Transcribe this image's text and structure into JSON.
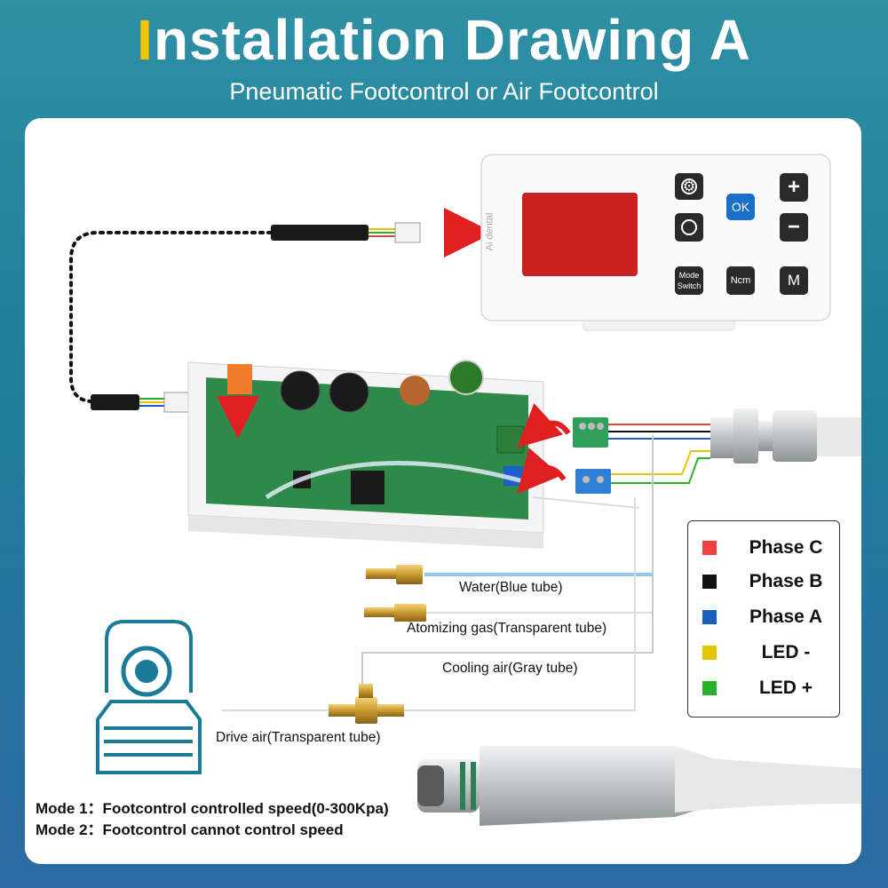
{
  "header": {
    "title_first_letter": "I",
    "title_rest": "nstallation Drawing A",
    "subtitle": "Pneumatic Footcontrol or Air Footcontrol"
  },
  "controller": {
    "brand": "Ai dental",
    "buttons": {
      "settings": "settings-gear-icon",
      "ok": "OK",
      "plus": "+",
      "minus": "−",
      "reverse": "rotate-icon",
      "mode_switch_line1": "Mode",
      "mode_switch_line2": "Switch",
      "ncm": "Ncm",
      "m": "M"
    }
  },
  "tubes": {
    "water": "Water(Blue tube)",
    "atomizing": "Atomizing gas(Transparent tube)",
    "cooling": "Cooling air(Gray tube)",
    "drive": "Drive air(Transparent tube)"
  },
  "legend": [
    {
      "color": "#f04040",
      "label": "Phase C"
    },
    {
      "color": "#111111",
      "label": "Phase B"
    },
    {
      "color": "#1a5fc0",
      "label": "Phase A"
    },
    {
      "color": "#e8c300",
      "label": "LED -"
    },
    {
      "color": "#2bb02b",
      "label": "LED +"
    }
  ],
  "modes": {
    "mode1": "Mode 1：Footcontrol controlled speed(0-300Kpa)",
    "mode2": "Mode 2：Footcontrol cannot control speed"
  },
  "colors": {
    "accent_yellow": "#f5c400",
    "arrow_red": "#e02020",
    "tube_blue": "#8ec8f0",
    "pcb_green": "#2f8a4a",
    "footpedal_teal": "#1a7a9a"
  }
}
